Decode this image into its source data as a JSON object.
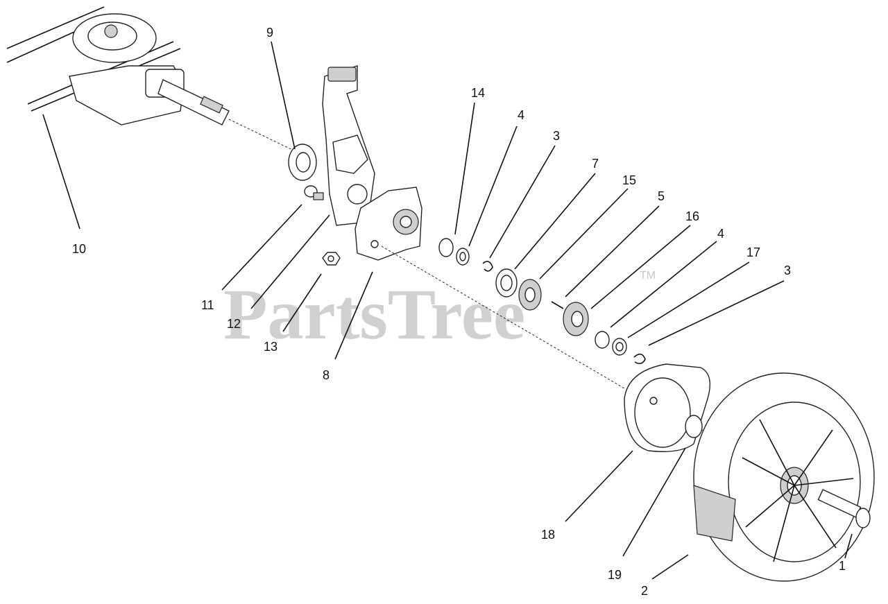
{
  "watermark": {
    "text": "PartsTree",
    "trademark": "TM"
  },
  "callouts": [
    {
      "id": "c9",
      "label": "9"
    },
    {
      "id": "c10",
      "label": "10"
    },
    {
      "id": "c14",
      "label": "14"
    },
    {
      "id": "c4a",
      "label": "4"
    },
    {
      "id": "c3a",
      "label": "3"
    },
    {
      "id": "c7",
      "label": "7"
    },
    {
      "id": "c15",
      "label": "15"
    },
    {
      "id": "c5",
      "label": "5"
    },
    {
      "id": "c16",
      "label": "16"
    },
    {
      "id": "c4b",
      "label": "4"
    },
    {
      "id": "c17",
      "label": "17"
    },
    {
      "id": "c3b",
      "label": "3"
    },
    {
      "id": "c11",
      "label": "11"
    },
    {
      "id": "c12",
      "label": "12"
    },
    {
      "id": "c13",
      "label": "13"
    },
    {
      "id": "c8",
      "label": "8"
    },
    {
      "id": "c18",
      "label": "18"
    },
    {
      "id": "c19",
      "label": "19"
    },
    {
      "id": "c2",
      "label": "2"
    },
    {
      "id": "c1",
      "label": "1"
    }
  ]
}
